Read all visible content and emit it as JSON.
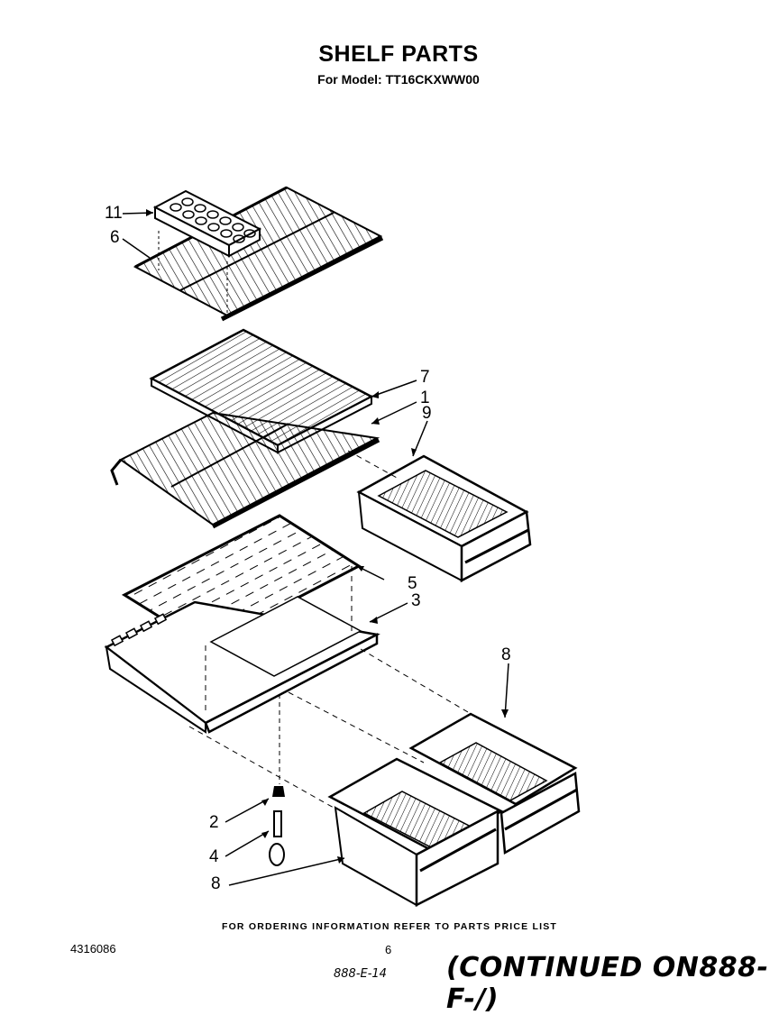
{
  "header": {
    "title": "SHELF PARTS",
    "subtitle": "For Model: TT16CKXWW00"
  },
  "callouts": {
    "c11": "11",
    "c6": "6",
    "c7": "7",
    "c1": "1",
    "c9": "9",
    "c5": "5",
    "c3": "3",
    "c8a": "8",
    "c2": "2",
    "c4": "4",
    "c8b": "8"
  },
  "footer": {
    "note": "FOR ORDERING INFORMATION REFER TO PARTS PRICE LIST",
    "doc_number": "4316086",
    "page_number": "6",
    "handwritten_ref": "888-E-14",
    "continued": "(CONTINUED ON888-F-/)"
  }
}
